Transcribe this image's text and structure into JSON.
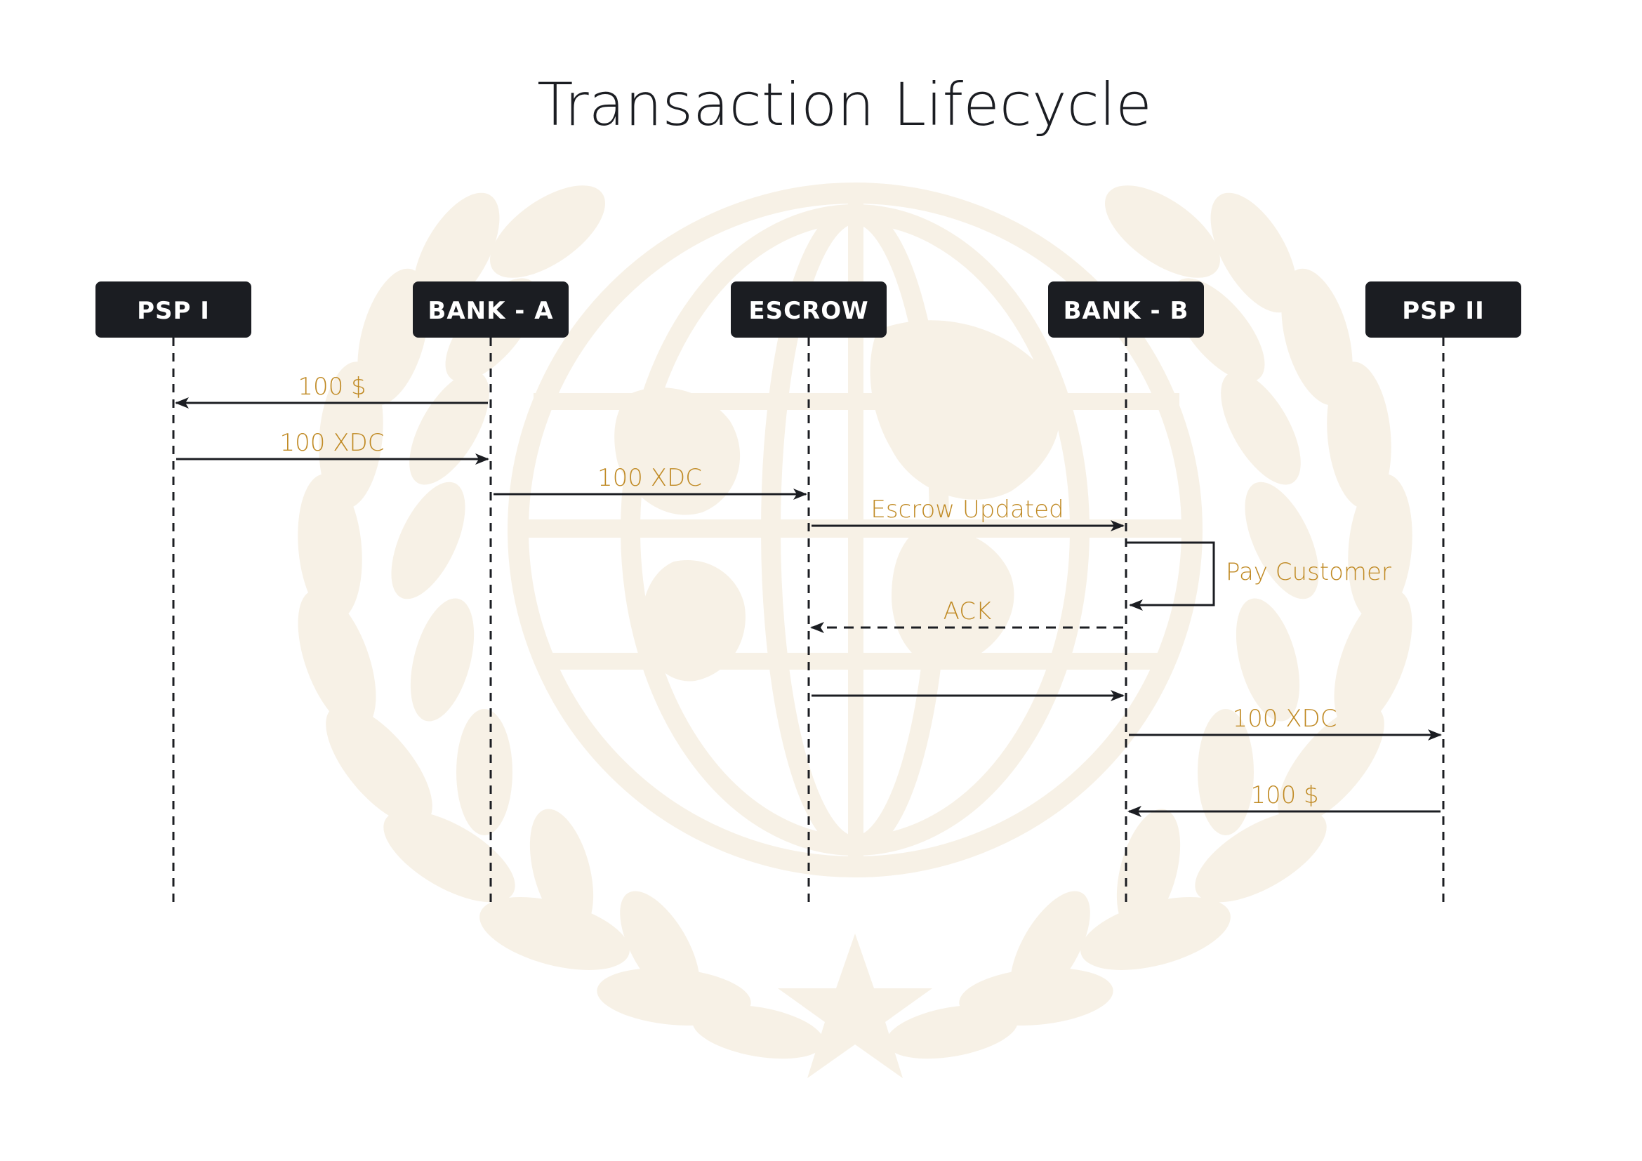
{
  "title": "Transaction Lifecycle",
  "colors": {
    "actor_box": "#1b1d22",
    "actor_text": "#ffffff",
    "line": "#1b1d22",
    "label": "#c08a24",
    "watermark": "#f7f1e6"
  },
  "actors": [
    {
      "id": "psp1",
      "label": "PSP I"
    },
    {
      "id": "banka",
      "label": "BANK - A"
    },
    {
      "id": "escrow",
      "label": "ESCROW"
    },
    {
      "id": "bankb",
      "label": "BANK - B"
    },
    {
      "id": "psp2",
      "label": "PSP II"
    }
  ],
  "messages": [
    {
      "from": "banka",
      "to": "psp1",
      "label": "100 $",
      "style": "solid"
    },
    {
      "from": "psp1",
      "to": "banka",
      "label": "100 XDC",
      "style": "solid"
    },
    {
      "from": "banka",
      "to": "escrow",
      "label": "100 XDC",
      "style": "solid"
    },
    {
      "from": "escrow",
      "to": "bankb",
      "label": "Escrow Updated",
      "style": "solid"
    },
    {
      "from": "bankb",
      "to": "bankb",
      "label": "Pay Customer",
      "style": "self"
    },
    {
      "from": "bankb",
      "to": "escrow",
      "label": "ACK",
      "style": "dashed"
    },
    {
      "from": "escrow",
      "to": "bankb",
      "label": "",
      "style": "solid"
    },
    {
      "from": "bankb",
      "to": "psp2",
      "label": "100 XDC",
      "style": "solid"
    },
    {
      "from": "psp2",
      "to": "bankb",
      "label": "100 $",
      "style": "solid"
    }
  ],
  "watermark": {
    "icon": "globe-laurel-star-emblem"
  }
}
